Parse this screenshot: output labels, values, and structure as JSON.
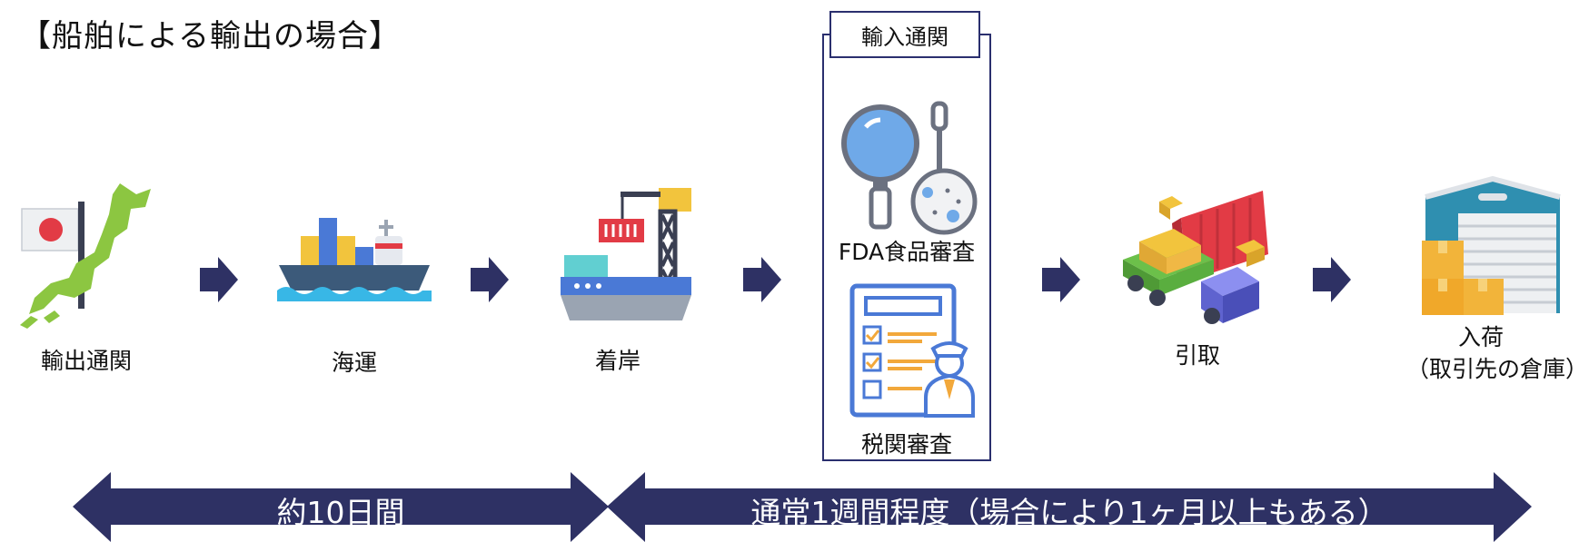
{
  "title": "【船舶による輸出の場合】",
  "steps": {
    "export_customs": "輸出通関",
    "sea_transport": "海運",
    "berthing": "着岸",
    "import_customs": "輸入通関",
    "fda_review": "FDA食品審査",
    "customs_review": "税関審査",
    "pickup": "引取",
    "arrival_line1": "入荷",
    "arrival_line2": "（取引先の倉庫）"
  },
  "durations": {
    "first": "約10日間",
    "second": "通常1週間程度（場合により1ヶ月以上もある）"
  },
  "colors": {
    "navy": "#2e3164",
    "box_border": "#2a2f6e"
  }
}
